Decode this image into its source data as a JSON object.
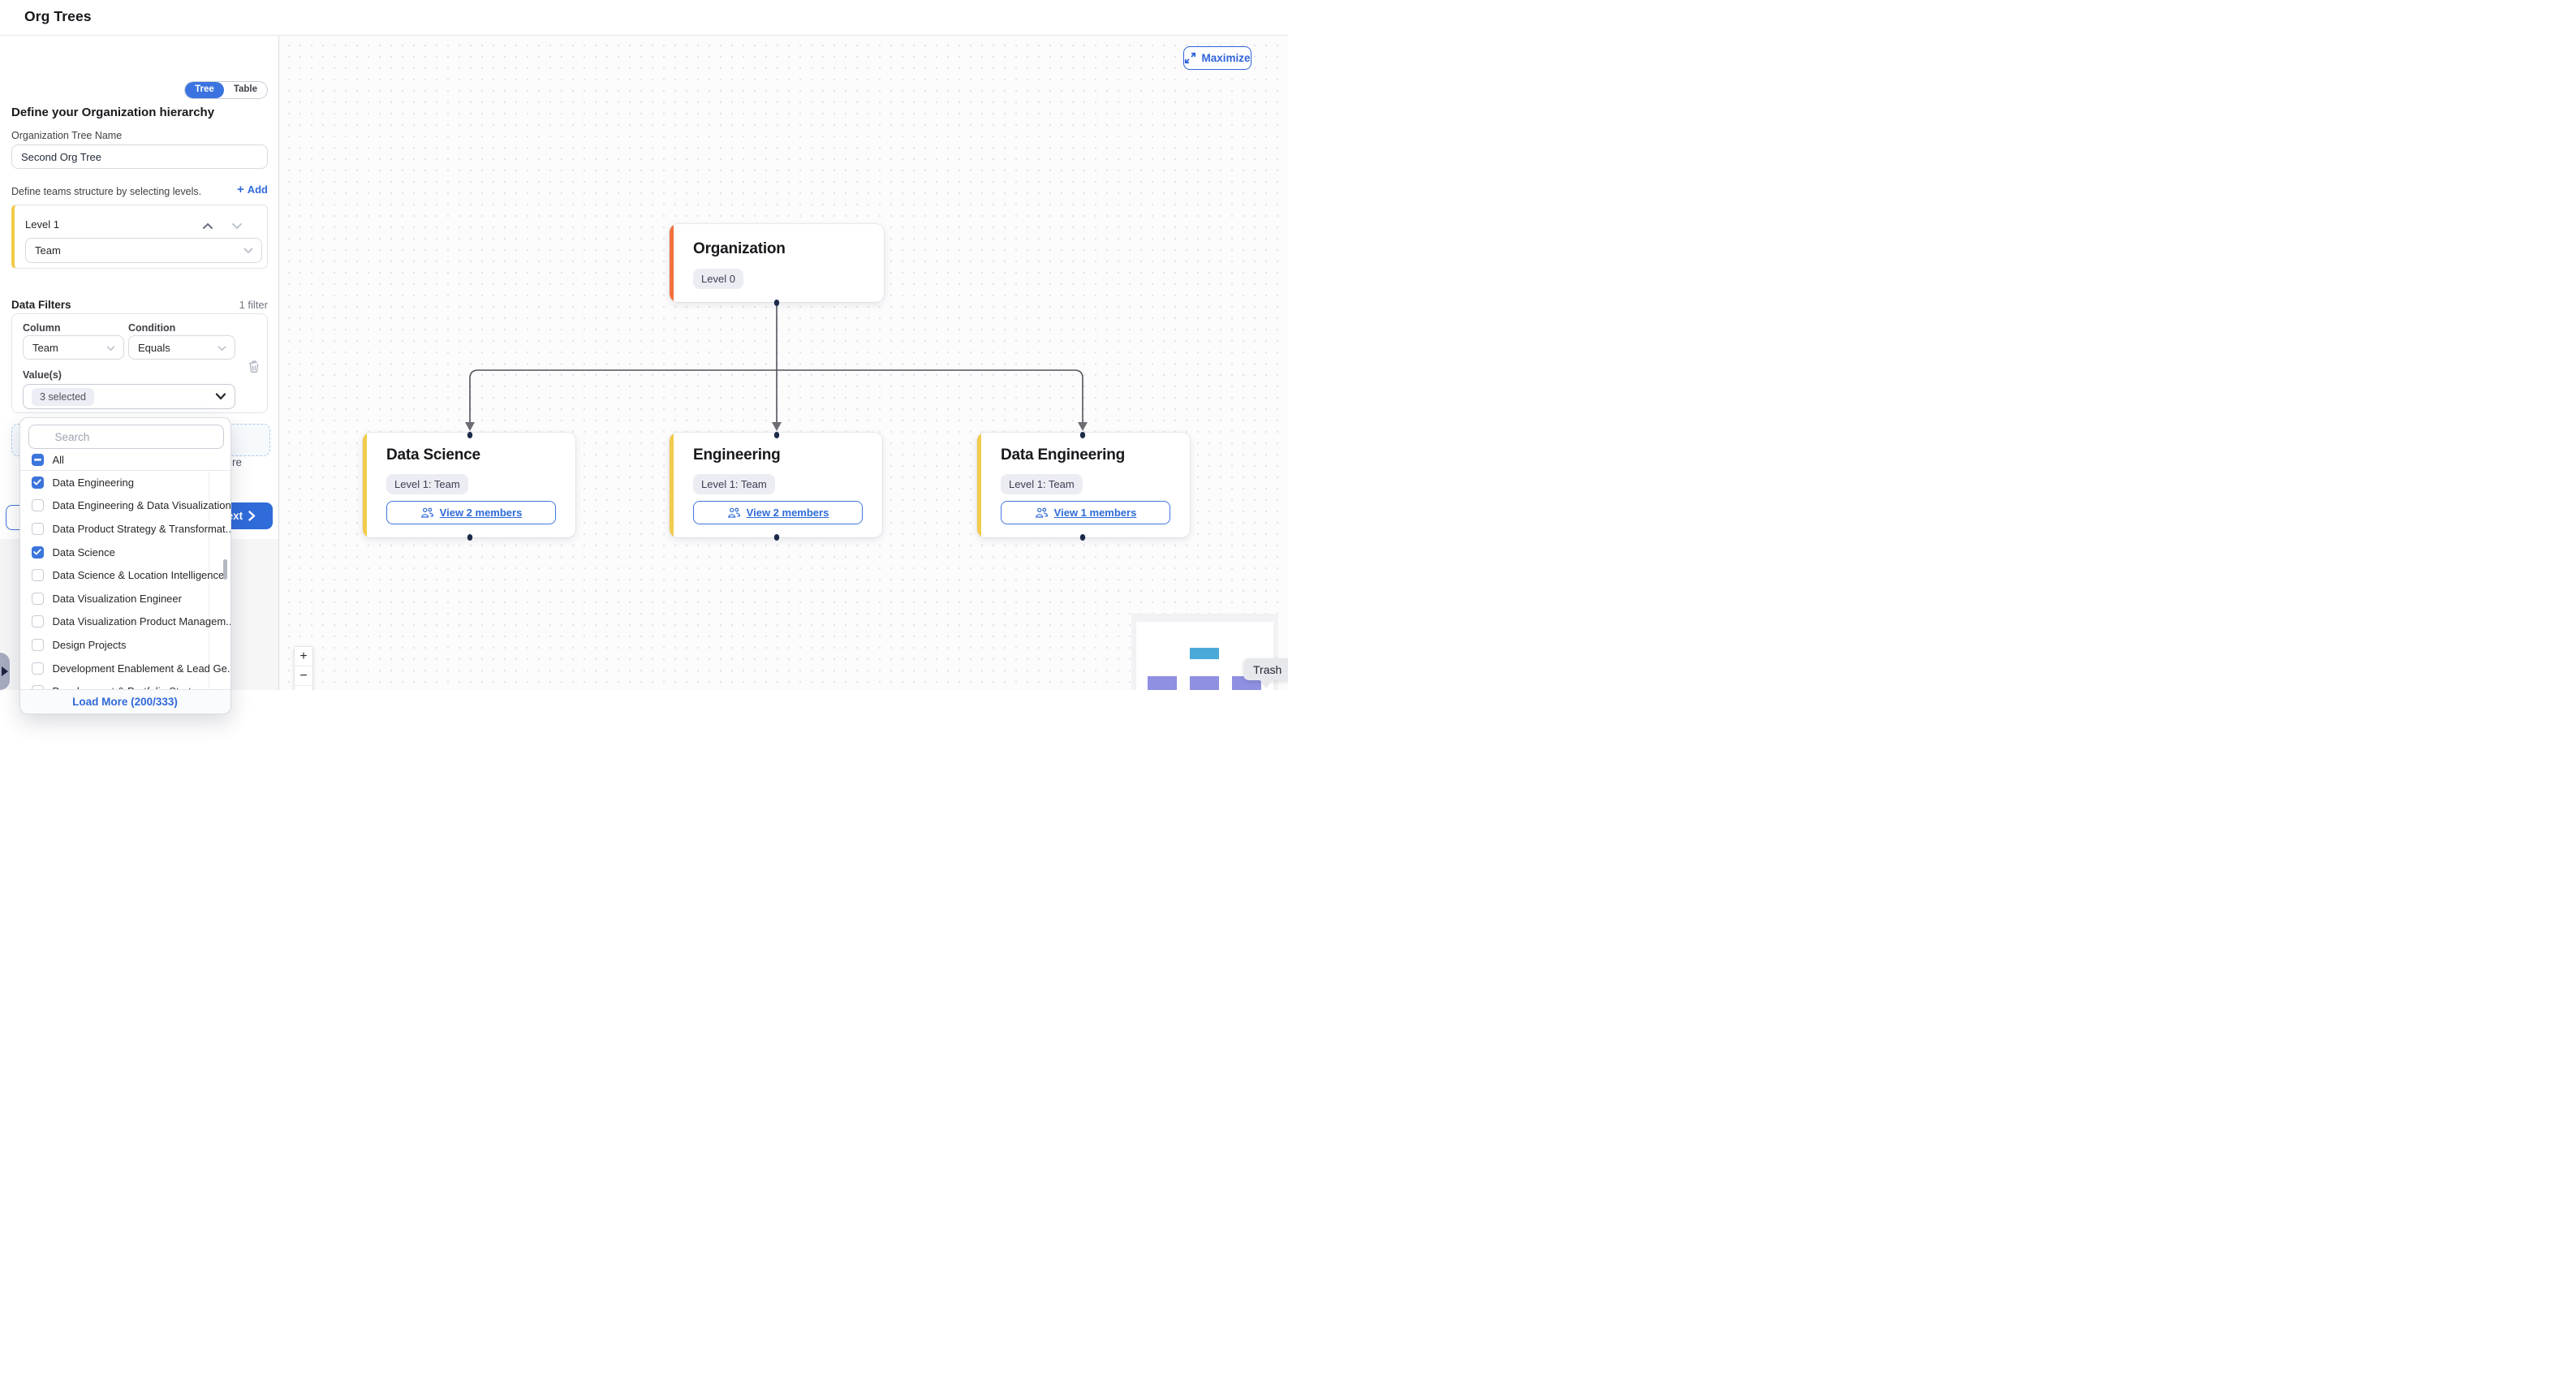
{
  "header": {
    "title": "Org Trees"
  },
  "panel": {
    "view_toggle": {
      "options": [
        "Tree",
        "Table"
      ],
      "selected": "Tree"
    },
    "heading": "Define your Organization hierarchy",
    "tree_name": {
      "label": "Organization Tree Name",
      "value": "Second Org Tree"
    },
    "levels": {
      "hint": "Define teams structure by selecting levels.",
      "add_label": "Add",
      "items": [
        {
          "label": "Level 1",
          "selected_type": "Team"
        }
      ]
    },
    "filters": {
      "title": "Data Filters",
      "count_label": "1 filter",
      "column_label": "Column",
      "column_value": "Team",
      "condition_label": "Condition",
      "condition_value": "Equals",
      "values_label": "Value(s)",
      "values_chip": "3 selected"
    },
    "hidden_text_fragment": "re",
    "next_label": "Next"
  },
  "dropdown": {
    "search_placeholder": "Search",
    "select_all_label": "All",
    "select_all_state": "indeterminate",
    "options": [
      {
        "label": "Data Engineering",
        "checked": true
      },
      {
        "label": "Data Engineering & Data Visualization",
        "checked": false
      },
      {
        "label": "Data Product Strategy & Transformat...",
        "checked": false
      },
      {
        "label": "Data Science",
        "checked": true
      },
      {
        "label": "Data Science & Location Intelligence",
        "checked": false
      },
      {
        "label": "Data Visualization Engineer",
        "checked": false
      },
      {
        "label": "Data Visualization Product Managem...",
        "checked": false
      },
      {
        "label": "Design Projects",
        "checked": false
      },
      {
        "label": "Development Enablement & Lead Ge...",
        "checked": false
      },
      {
        "label": "Development & Portfolio Strat...",
        "checked": false
      }
    ],
    "load_more_label": "Load More (200/333)"
  },
  "canvas": {
    "maximize_label": "Maximize",
    "zoom_controls": [
      "+",
      "−"
    ],
    "trash_tooltip": "Trash",
    "org_chart": {
      "root": {
        "title": "Organization",
        "badge": "Level 0"
      },
      "children": [
        {
          "title": "Data Science",
          "badge": "Level 1: Team",
          "members_label": "View 2 members"
        },
        {
          "title": "Engineering",
          "badge": "Level 1: Team",
          "members_label": "View 2 members"
        },
        {
          "title": "Data Engineering",
          "badge": "Level 1: Team",
          "members_label": "View 1 members"
        }
      ]
    }
  },
  "colors": {
    "accent_blue": "#2F6BD9",
    "toggle_blue": "#3B74E0",
    "level_yellow": "#F2CB4B",
    "root_orange": "#F2713C",
    "connector_gray": "#53545B",
    "dot_navy": "#1D2B4A",
    "badge_bg": "#ECEDF4",
    "minimap_root_blue": "#4BA9DA",
    "minimap_child_purple": "#8F90E2"
  },
  "icons": {
    "search": "magnifier",
    "add": "+",
    "chevron_up": "^",
    "chevron_down": "v",
    "trash": "trash-outline",
    "members": "people-group",
    "maximize": "diagonal-arrows",
    "next_chevron": "›"
  }
}
